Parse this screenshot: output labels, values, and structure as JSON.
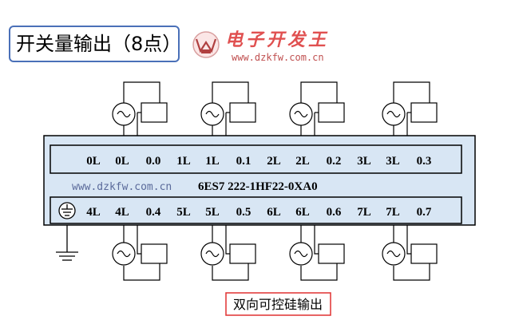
{
  "title": "开关量输出（8点）",
  "logo": {
    "brand": "电子开发王",
    "url": "www.dzkfw.com.cn"
  },
  "module": {
    "model": "6ES7 222-1HF22-0XA0",
    "watermark": "www.dzkfw.com.cn",
    "top_terminals": [
      "0L",
      "0L",
      "0.0",
      "1L",
      "1L",
      "0.1",
      "2L",
      "2L",
      "0.2",
      "3L",
      "3L",
      "0.3"
    ],
    "bottom_terminals": [
      "4L",
      "4L",
      "0.4",
      "5L",
      "5L",
      "0.5",
      "6L",
      "6L",
      "0.6",
      "7L",
      "7L",
      "0.7"
    ]
  },
  "caption": "双向可控硅输出",
  "colors": {
    "module_fill": "#d8e6f4",
    "module_stroke": "#000000",
    "caption_stroke": "#e03030",
    "logo_text": "#e05050",
    "logo_url": "#c05050",
    "watermark": "#5a6a9a",
    "title_border": "#4a70b8"
  },
  "icons": [
    "ac-source-icon",
    "load-coil-icon",
    "ground-icon",
    "logo-w-icon"
  ]
}
